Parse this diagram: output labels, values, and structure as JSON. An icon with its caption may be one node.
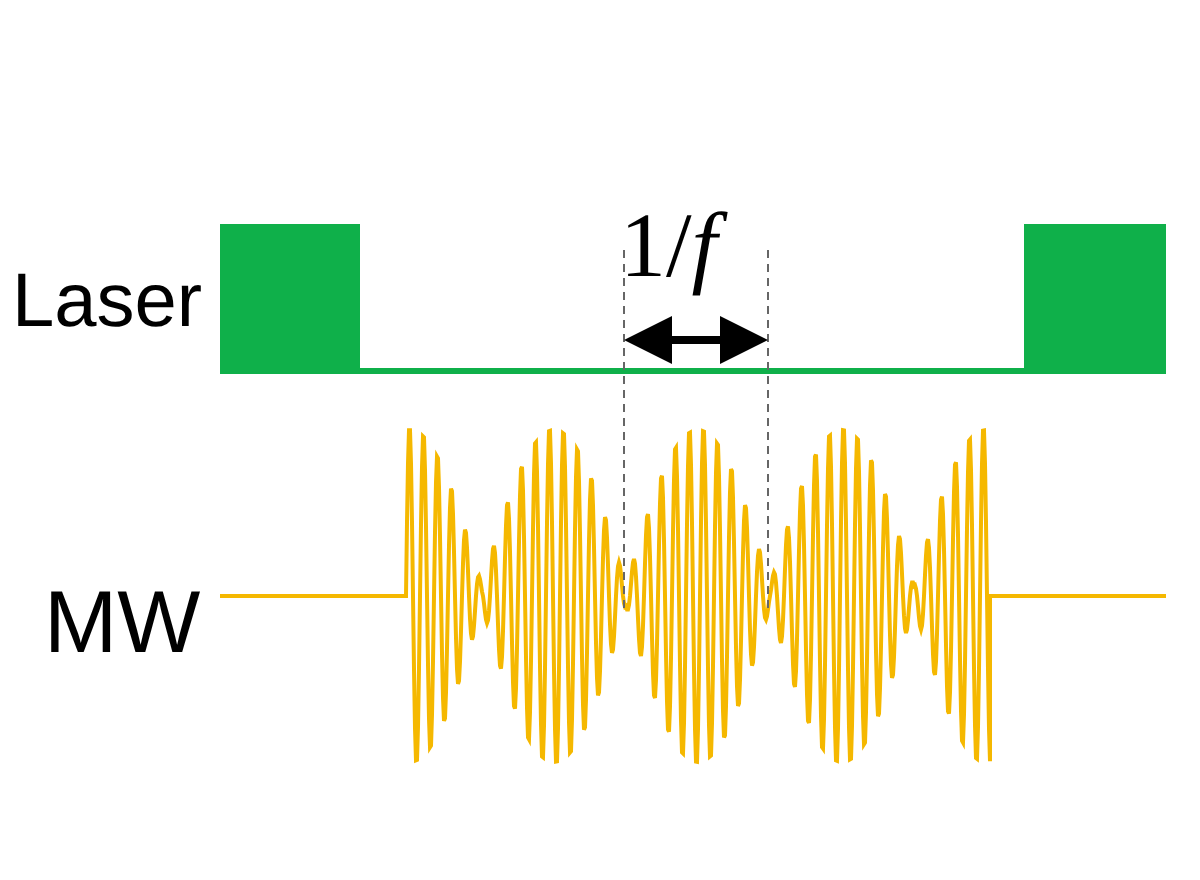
{
  "diagram": {
    "labels": [
      "Laser",
      "1/*f*",
      "MW"
    ]
  }
}
